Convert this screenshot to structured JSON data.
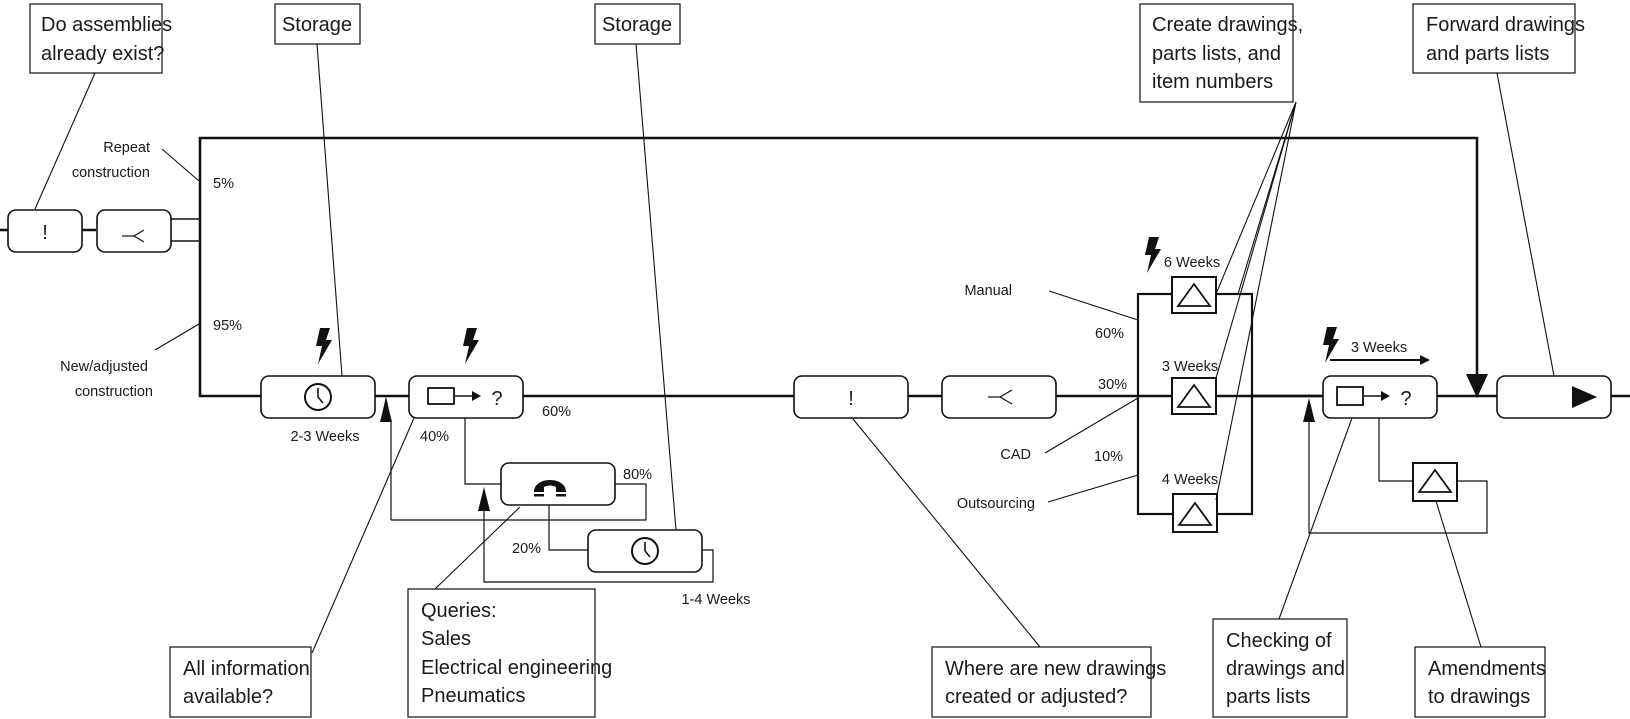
{
  "diagram": {
    "title": "Design process flow: drawings and parts lists",
    "colors": {
      "ink": "#111111",
      "background": "#ffffff"
    },
    "callouts": {
      "assemblies_exist": [
        "Do assemblies",
        "already exist?"
      ],
      "storage_1": [
        "Storage"
      ],
      "storage_2": [
        "Storage"
      ],
      "create_drawings": [
        "Create drawings,",
        "parts lists, and",
        "item numbers"
      ],
      "forward_drawings": [
        "Forward drawings",
        "and parts lists"
      ],
      "all_info": [
        "All information",
        "available?"
      ],
      "queries": [
        "Queries:",
        "Sales",
        "Electrical engineering",
        "Pneumatics"
      ],
      "where_created": [
        "Where are new drawings",
        "created or adjusted?"
      ],
      "checking": [
        "Checking of",
        "drawings and",
        "parts lists"
      ],
      "amendments": [
        "Amendments",
        "to drawings"
      ]
    },
    "labels": {
      "repeat_construction": [
        "Repeat",
        "construction"
      ],
      "new_adjusted": [
        "New/adjusted",
        "construction"
      ],
      "manual": "Manual",
      "cad": "CAD",
      "outsourcing": "Outsourcing"
    },
    "percentages": {
      "repeat": "5%",
      "new": "95%",
      "info_yes": "60%",
      "info_no": "40%",
      "query_resolved": "80%",
      "query_wait": "20%",
      "manual": "60%",
      "cad": "30%",
      "outsourcing": "10%"
    },
    "durations": {
      "storage_wait": "2-3 Weeks",
      "query_wait": "1-4 Weeks",
      "manual": "6 Weeks",
      "cad": "3 Weeks",
      "outsourcing": "4 Weeks",
      "checking": "3 Weeks"
    },
    "symbols": {
      "decision_start": "!",
      "branch_start": "≺",
      "question": "?",
      "decision_mid": "!",
      "branch_mid": "≺"
    },
    "icons": [
      "exclamation-icon",
      "branch-icon",
      "clock-icon",
      "check-document-icon",
      "telephone-icon",
      "triangle-operation-icon",
      "transport-arrow-icon",
      "lightning-icon"
    ]
  }
}
